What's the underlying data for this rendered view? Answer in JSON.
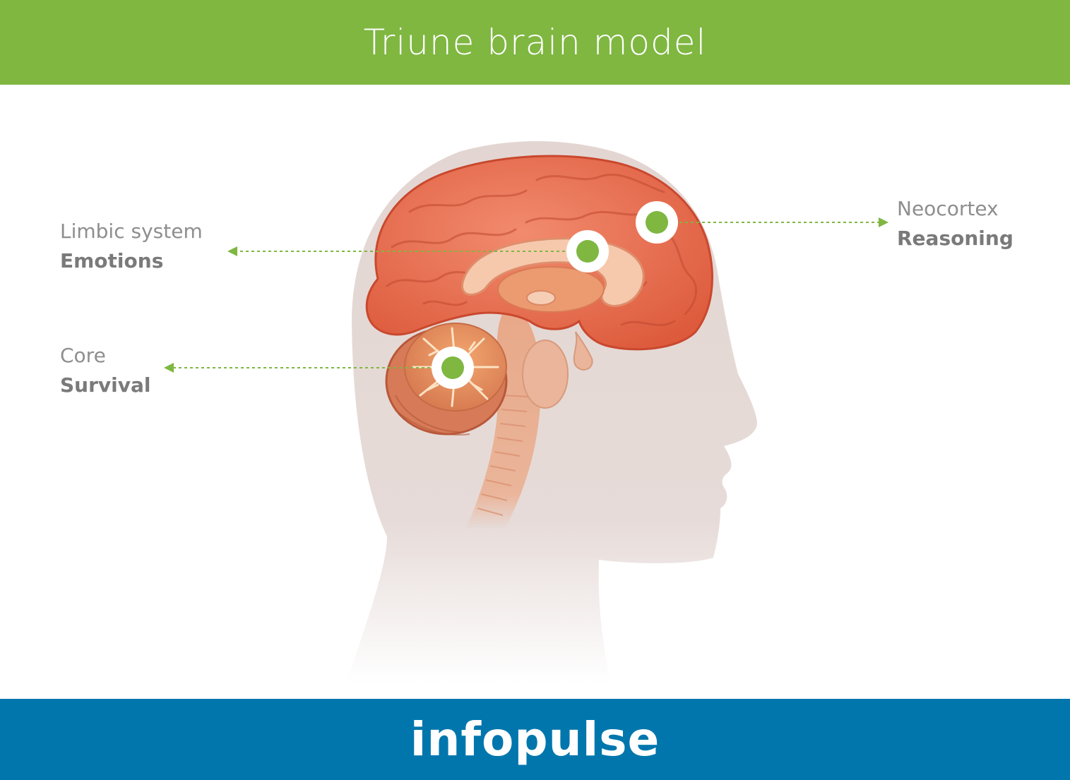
{
  "header": {
    "title": "Triune brain model"
  },
  "labels": {
    "limbic": {
      "name": "Limbic system",
      "function": "Emotions"
    },
    "core": {
      "name": "Core",
      "function": "Survival"
    },
    "neocortex": {
      "name": "Neocortex",
      "function": "Reasoning"
    }
  },
  "footer": {
    "logo": "infopulse"
  },
  "colors": {
    "header_bg": "#7fb741",
    "footer_bg": "#0076ad",
    "marker": "#7fb741",
    "brain": "#e8674a",
    "head_silhouette": "#e6dad6"
  }
}
